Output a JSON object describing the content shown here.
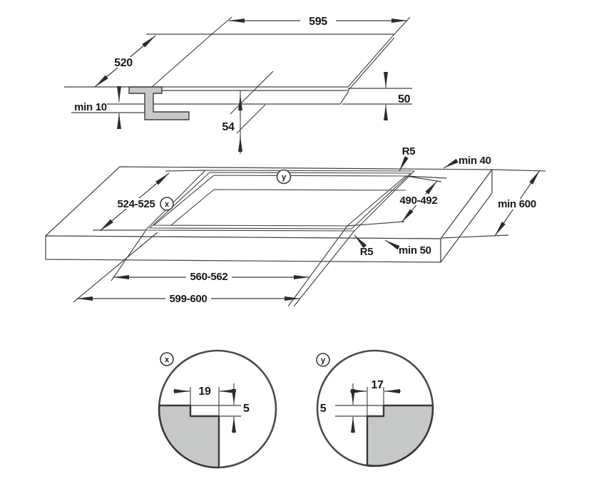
{
  "top_view": {
    "width": "595",
    "depth": "520",
    "min_clearance_below": "min 10",
    "recess_depth": "54",
    "total_height": "50"
  },
  "cutout_view": {
    "corner_radius_rear": "R5",
    "corner_radius_front": "R5",
    "distance_rear": "min 40",
    "distance_front": "min 50",
    "opening_depth_outer": "524-525",
    "opening_depth_inner": "490-492",
    "worktop_depth": "min 600",
    "opening_width_inner": "560-562",
    "opening_width_outer": "599-600",
    "detail_marker_x": "x",
    "detail_marker_y": "y"
  },
  "detail_x": {
    "marker": "x",
    "rebate_width": "19",
    "rebate_depth": "5"
  },
  "detail_y": {
    "marker": "y",
    "rebate_width": "17",
    "rebate_depth": "5"
  },
  "colors": {
    "line": "#414141",
    "section_gray": "#c7c9c8",
    "text": "#181818"
  }
}
